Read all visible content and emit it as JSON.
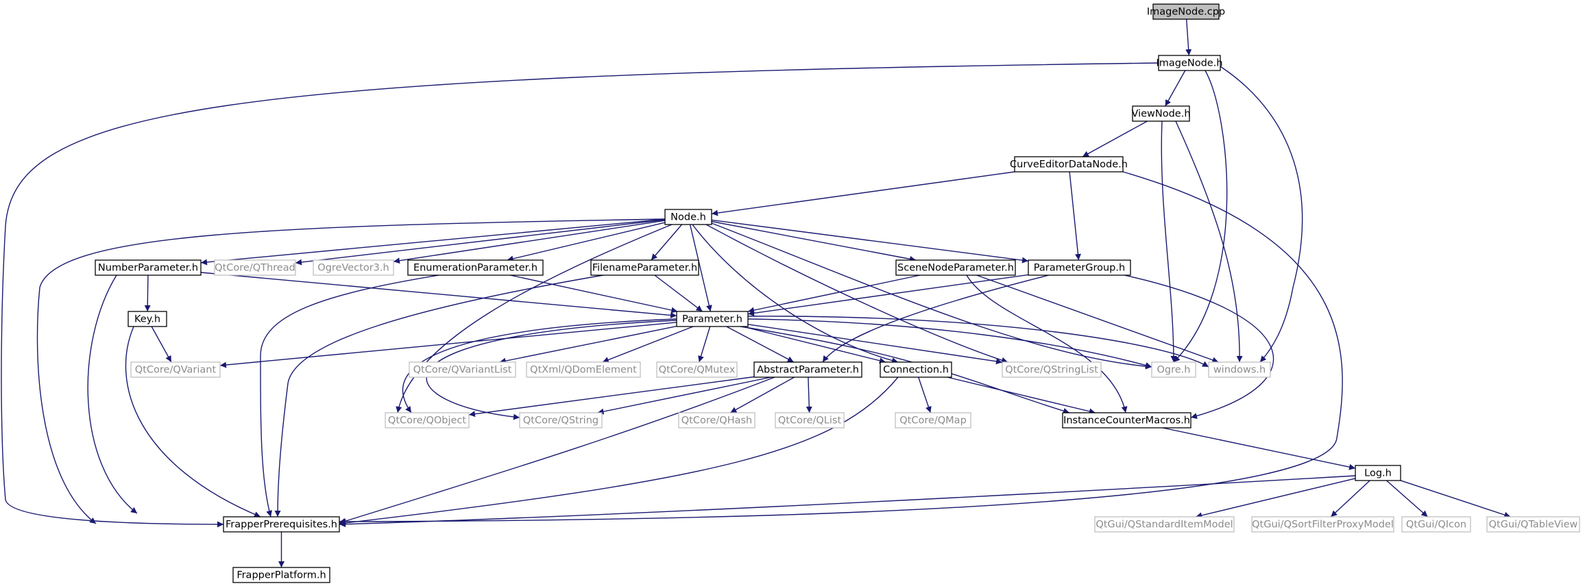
{
  "colors": {
    "edge": "#191970",
    "root_fill": "#bfbfbf",
    "node_border": "#000000",
    "external_border": "#bfbfbf",
    "external_text": "#8c8c8c"
  },
  "nodes": {
    "imagenode_cpp": {
      "label": "ImageNode.cpp",
      "kind": "root"
    },
    "imagenode_h": {
      "label": "ImageNode.h",
      "kind": "local"
    },
    "viewnode_h": {
      "label": "ViewNode.h",
      "kind": "local"
    },
    "curveeditordatanode_h": {
      "label": "CurveEditorDataNode.h",
      "kind": "local"
    },
    "node_h": {
      "label": "Node.h",
      "kind": "local"
    },
    "numberparameter_h": {
      "label": "NumberParameter.h",
      "kind": "local"
    },
    "qtcore_qthread": {
      "label": "QtCore/QThread",
      "kind": "external"
    },
    "ogrevector3_h": {
      "label": "OgreVector3.h",
      "kind": "external"
    },
    "enumerationparameter_h": {
      "label": "EnumerationParameter.h",
      "kind": "local"
    },
    "filenameparameter_h": {
      "label": "FilenameParameter.h",
      "kind": "local"
    },
    "scenenodeparameter_h": {
      "label": "SceneNodeParameter.h",
      "kind": "local"
    },
    "parametergroup_h": {
      "label": "ParameterGroup.h",
      "kind": "local"
    },
    "key_h": {
      "label": "Key.h",
      "kind": "local"
    },
    "parameter_h": {
      "label": "Parameter.h",
      "kind": "local"
    },
    "qtcore_qvariant": {
      "label": "QtCore/QVariant",
      "kind": "external"
    },
    "qtcore_qvariantlist": {
      "label": "QtCore/QVariantList",
      "kind": "external"
    },
    "qtxml_qdomelement": {
      "label": "QtXml/QDomElement",
      "kind": "external"
    },
    "qtcore_qmutex": {
      "label": "QtCore/QMutex",
      "kind": "external"
    },
    "abstractparameter_h": {
      "label": "AbstractParameter.h",
      "kind": "local"
    },
    "connection_h": {
      "label": "Connection.h",
      "kind": "local"
    },
    "qtcore_qstringlist": {
      "label": "QtCore/QStringList",
      "kind": "external"
    },
    "ogre_h": {
      "label": "Ogre.h",
      "kind": "external"
    },
    "windows_h": {
      "label": "windows.h",
      "kind": "external"
    },
    "qtcore_qobject": {
      "label": "QtCore/QObject",
      "kind": "external"
    },
    "qtcore_qstring": {
      "label": "QtCore/QString",
      "kind": "external"
    },
    "qtcore_qhash": {
      "label": "QtCore/QHash",
      "kind": "external"
    },
    "qtcore_qlist": {
      "label": "QtCore/QList",
      "kind": "external"
    },
    "qtcore_qmap": {
      "label": "QtCore/QMap",
      "kind": "external"
    },
    "instancecountermacros_h": {
      "label": "InstanceCounterMacros.h",
      "kind": "local"
    },
    "log_h": {
      "label": "Log.h",
      "kind": "local"
    },
    "frapperprerequisites_h": {
      "label": "FrapperPrerequisites.h",
      "kind": "local"
    },
    "qtgui_qstandarditemmodel": {
      "label": "QtGui/QStandardItemModel",
      "kind": "external"
    },
    "qtgui_qsortfilterproxymodel": {
      "label": "QtGui/QSortFilterProxyModel",
      "kind": "external"
    },
    "qtgui_qicon": {
      "label": "QtGui/QIcon",
      "kind": "external"
    },
    "qtgui_qtableview": {
      "label": "QtGui/QTableView",
      "kind": "external"
    },
    "frapperplatform_h": {
      "label": "FrapperPlatform.h",
      "kind": "local"
    }
  },
  "edges": [
    [
      "imagenode_cpp",
      "imagenode_h"
    ],
    [
      "imagenode_h",
      "viewnode_h"
    ],
    [
      "imagenode_h",
      "frapperprerequisites_h"
    ],
    [
      "imagenode_h",
      "ogre_h"
    ],
    [
      "imagenode_h",
      "windows_h"
    ],
    [
      "viewnode_h",
      "curveeditordatanode_h"
    ],
    [
      "viewnode_h",
      "ogre_h"
    ],
    [
      "viewnode_h",
      "windows_h"
    ],
    [
      "curveeditordatanode_h",
      "node_h"
    ],
    [
      "curveeditordatanode_h",
      "parametergroup_h"
    ],
    [
      "curveeditordatanode_h",
      "frapperprerequisites_h"
    ],
    [
      "node_h",
      "numberparameter_h"
    ],
    [
      "node_h",
      "qtcore_qthread"
    ],
    [
      "node_h",
      "ogrevector3_h"
    ],
    [
      "node_h",
      "enumerationparameter_h"
    ],
    [
      "node_h",
      "filenameparameter_h"
    ],
    [
      "node_h",
      "scenenodeparameter_h"
    ],
    [
      "node_h",
      "parametergroup_h"
    ],
    [
      "node_h",
      "parameter_h"
    ],
    [
      "node_h",
      "connection_h"
    ],
    [
      "node_h",
      "qtcore_qstringlist"
    ],
    [
      "node_h",
      "ogre_h"
    ],
    [
      "node_h",
      "qtcore_qobject"
    ],
    [
      "node_h",
      "frapperprerequisites_h"
    ],
    [
      "numberparameter_h",
      "key_h"
    ],
    [
      "numberparameter_h",
      "parameter_h"
    ],
    [
      "numberparameter_h",
      "frapperprerequisites_h"
    ],
    [
      "enumerationparameter_h",
      "parameter_h"
    ],
    [
      "enumerationparameter_h",
      "frapperprerequisites_h"
    ],
    [
      "filenameparameter_h",
      "parameter_h"
    ],
    [
      "filenameparameter_h",
      "frapperprerequisites_h"
    ],
    [
      "scenenodeparameter_h",
      "parameter_h"
    ],
    [
      "scenenodeparameter_h",
      "windows_h"
    ],
    [
      "scenenodeparameter_h",
      "instancecountermacros_h"
    ],
    [
      "parametergroup_h",
      "parameter_h"
    ],
    [
      "parametergroup_h",
      "abstractparameter_h"
    ],
    [
      "parametergroup_h",
      "instancecountermacros_h"
    ],
    [
      "key_h",
      "qtcore_qvariant"
    ],
    [
      "key_h",
      "frapperprerequisites_h"
    ],
    [
      "parameter_h",
      "qtcore_qvariant"
    ],
    [
      "parameter_h",
      "qtcore_qvariantlist"
    ],
    [
      "parameter_h",
      "qtxml_qdomelement"
    ],
    [
      "parameter_h",
      "qtcore_qmutex"
    ],
    [
      "parameter_h",
      "abstractparameter_h"
    ],
    [
      "parameter_h",
      "connection_h"
    ],
    [
      "parameter_h",
      "qtcore_qstringlist"
    ],
    [
      "parameter_h",
      "ogre_h"
    ],
    [
      "parameter_h",
      "windows_h"
    ],
    [
      "parameter_h",
      "instancecountermacros_h"
    ],
    [
      "parameter_h",
      "qtcore_qobject"
    ],
    [
      "parameter_h",
      "qtcore_qstring"
    ],
    [
      "abstractparameter_h",
      "qtcore_qobject"
    ],
    [
      "abstractparameter_h",
      "qtcore_qstring"
    ],
    [
      "abstractparameter_h",
      "qtcore_qhash"
    ],
    [
      "abstractparameter_h",
      "qtcore_qlist"
    ],
    [
      "abstractparameter_h",
      "frapperprerequisites_h"
    ],
    [
      "connection_h",
      "qtcore_qmap"
    ],
    [
      "connection_h",
      "instancecountermacros_h"
    ],
    [
      "connection_h",
      "frapperprerequisites_h"
    ],
    [
      "instancecountermacros_h",
      "log_h"
    ],
    [
      "log_h",
      "frapperprerequisites_h"
    ],
    [
      "log_h",
      "qtgui_qstandarditemmodel"
    ],
    [
      "log_h",
      "qtgui_qsortfilterproxymodel"
    ],
    [
      "log_h",
      "qtgui_qicon"
    ],
    [
      "log_h",
      "qtgui_qtableview"
    ],
    [
      "frapperprerequisites_h",
      "frapperplatform_h"
    ]
  ]
}
